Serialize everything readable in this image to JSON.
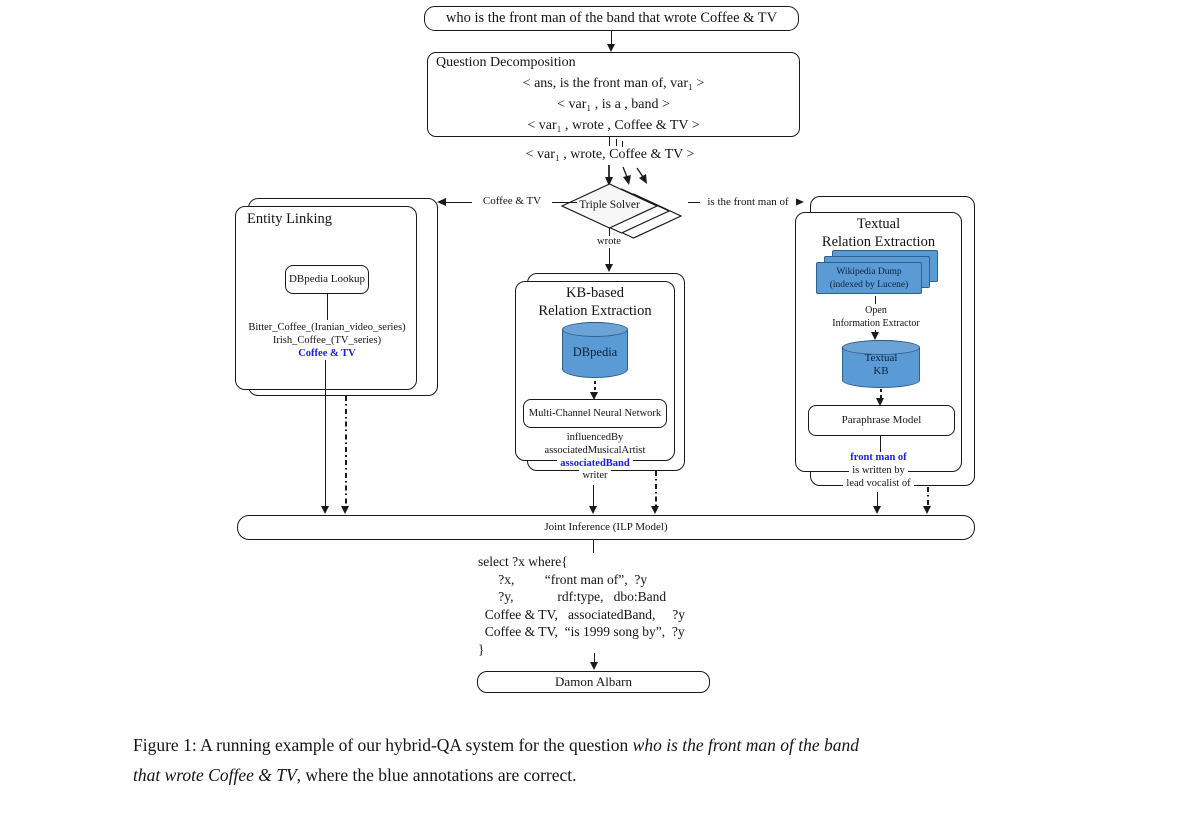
{
  "colors": {
    "node_fill": "#5b9bd5",
    "node_fill_top": "#6ba3d6",
    "node_border": "#2f5f8a",
    "line": "#1a1a1a",
    "highlight_blue": "#1a1aee",
    "background": "#ffffff"
  },
  "question_box": "who is the front man of the band that wrote Coffee & TV",
  "decomposition": {
    "title": "Question Decomposition",
    "triples": [
      "< ans, is the front man of, var₁ >",
      "< var₁ , is a , band >",
      "< var₁ , wrote , Coffee & TV >"
    ]
  },
  "selected_triple": "< var₁ , wrote, Coffee & TV >",
  "solver": {
    "label": "Triple Solver",
    "left_label": "Coffee & TV",
    "right_label": "is the front man of",
    "down_label": "wrote"
  },
  "entity_linking": {
    "title": "Entity Linking",
    "tool": "DBpedia Lookup",
    "candidates": [
      "Bitter_Coffee_(Iranian_video_series)",
      "Irish_Coffee_(TV_series)"
    ],
    "selected": "Coffee & TV"
  },
  "kb_relation_extraction": {
    "title_line1": "KB-based",
    "title_line2": "Relation Extraction",
    "kb": "DBpedia",
    "model": "Multi-Channel Neural Network",
    "relations_before": [
      "influencedBy",
      "associatedMusicalArtist"
    ],
    "selected": "associatedBand",
    "relations_after": [
      "writer"
    ]
  },
  "textual_relation_extraction": {
    "title_line1": "Textual",
    "title_line2": "Relation Extraction",
    "corpus_line1": "Wikipedia Dump",
    "corpus_line2": "(indexed by Lucene)",
    "extractor_line1": "Open",
    "extractor_line2": "Information Extractor",
    "kb_line1": "Textual",
    "kb_line2": "KB",
    "model": "Paraphrase Model",
    "selected": "front man of",
    "relations": [
      "is written by",
      "lead vocalist of"
    ]
  },
  "joint_inference": {
    "label": "Joint Inference (ILP Model)"
  },
  "query": {
    "lines": [
      "select ?x where{",
      "      ?x,         “front man of”,  ?y",
      "      ?y,             rdf:type,   dbo:Band",
      "  Coffee & TV,   associatedBand,     ?y",
      "  Coffee & TV,  “is 1999 song by”,  ?y",
      "}"
    ]
  },
  "answer": "Damon Albarn",
  "caption": {
    "line1_roman": "Figure 1: A running example of our hybrid-QA system for the question ",
    "line1_italic": "who is the front man of the band",
    "line2_italic": "that wrote Coffee & TV",
    "line2_roman": ", where the blue annotations are correct."
  }
}
